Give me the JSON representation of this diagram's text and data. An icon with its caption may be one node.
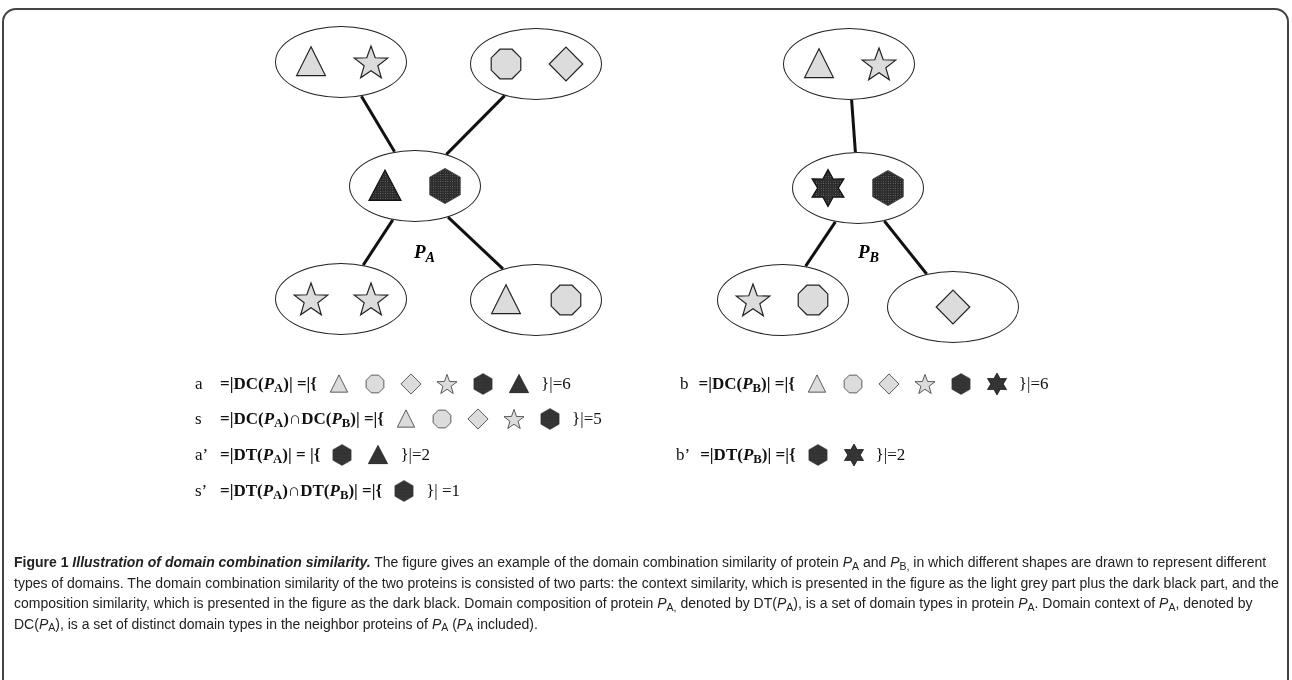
{
  "diagram": {
    "caption": "**Figure 1** *Illustration of domain combination similarity.* The figure gives an example of the domain combination similarity of protein *P*$_{A}$ and *P*$_{B,}$ in which different shapes are drawn to represent different types of domains. The domain combination similarity of the two proteins is consisted of two parts: the context similarity, which is presented in the figure as the light grey part plus the dark black part, and the composition similarity, which is presented in the figure as the dark black. Domain composition of protein *P*$_{A,}$ denoted by DT(*P*$_{A}$), is a set of domain types in protein *P*$_{A}$. Domain context of *P*$_{A}$, denoted by DC(*P*$_{A}$), is a set of distinct domain types in the neighbor proteins of *P*$_{A}$ (*P*$_{A}$ included).",
    "nodes": [
      {
        "text": [],
        "shape": "ellipse"
      },
      {
        "text": [],
        "shape": "ellipse"
      },
      {
        "text": [],
        "shape": "ellipse"
      },
      {
        "text": [],
        "shape": "ellipse"
      },
      {
        "text": [],
        "shape": "ellipse"
      },
      {
        "text": [],
        "shape": "ellipse"
      },
      {
        "text": [],
        "shape": "ellipse"
      },
      {
        "text": [],
        "shape": "ellipse"
      },
      {
        "text": [],
        "shape": "ellipse"
      }
    ],
    "edges": [
      {
        "from": 0,
        "to": 3,
        "arrow": "none"
      },
      {
        "from": 1,
        "to": 3,
        "arrow": "none"
      },
      {
        "from": 2,
        "to": 4,
        "arrow": "none"
      },
      {
        "from": 3,
        "to": 5,
        "arrow": "none"
      },
      {
        "from": 3,
        "to": 6,
        "arrow": "none"
      },
      {
        "from": 4,
        "to": 7,
        "arrow": "none"
      },
      {
        "from": 4,
        "to": 8,
        "arrow": "none"
      }
    ],
    "labels": [
      "P$_{A}$",
      "P$_{B}$",
      "a",
      "=|DC(*P*$_{A}$)| =|{",
      "}|=6",
      "b",
      "=|DC(*P*$_{B}$)| =|{",
      "}|=6",
      "s",
      "=|DC(*P*$_{A}$)∩DC(*P*$_{B}$)| =|{",
      "}|=5",
      "a’",
      "=|DT(*P*$_{A}$)| = |{",
      "}|=2",
      "b’",
      "=|DT(*P*$_{B}$)| =|{",
      "}|=2",
      "s’",
      "=|DT(*P*$_{A}$)∩DT(*P*$_{B}$)| =|{",
      "}| =1"
    ]
  }
}
